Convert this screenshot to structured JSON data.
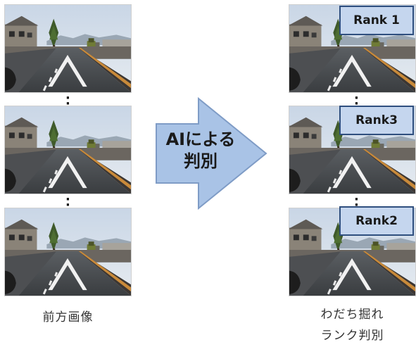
{
  "left_column": {
    "caption": "前方画像"
  },
  "arrow": {
    "line1": "AIによる",
    "line2": "判別"
  },
  "right_column": {
    "caption_line1": "わだち掘れ",
    "caption_line2": "ランク判別",
    "ranks": [
      {
        "label": "Rank 1"
      },
      {
        "label": "Rank3"
      },
      {
        "label": "Rank2"
      }
    ]
  },
  "colors": {
    "arrow_fill": "#a9c3e6",
    "arrow_stroke": "#7f9cc6",
    "rank_fill": "#c5d6ee",
    "rank_border": "#2f4f7f"
  }
}
